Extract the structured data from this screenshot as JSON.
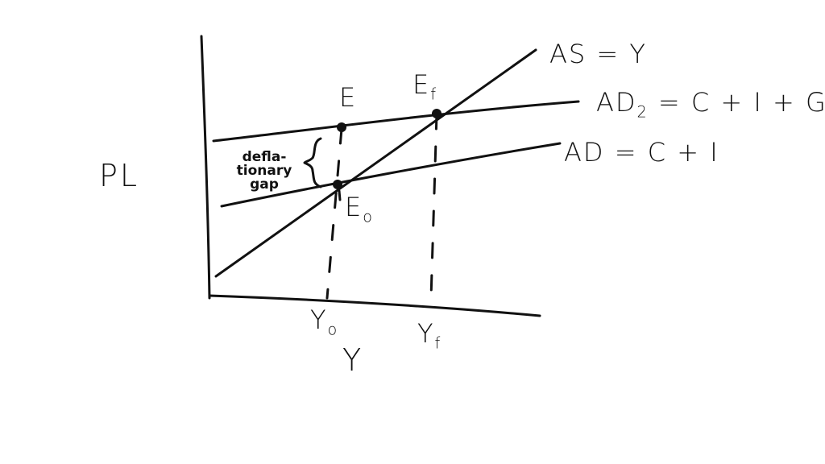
{
  "diagram": {
    "type": "macroeconomics AS-AD (Keynesian cross style)",
    "y_axis_label": "PL",
    "x_axis_label": "Y",
    "curves": {
      "as": {
        "label": "AS = Y"
      },
      "ad2": {
        "label": "AD",
        "sub": "2",
        "rhs": " = C + I + G"
      },
      "ad": {
        "label": "AD = C + I"
      }
    },
    "points": {
      "e": {
        "label": "E"
      },
      "ef": {
        "label": "E",
        "sub": "f"
      },
      "e0": {
        "label": "E",
        "sub": "o"
      }
    },
    "x_ticks": {
      "y0": {
        "label": "Y",
        "sub": "o"
      },
      "yf": {
        "label": "Y",
        "sub": "f"
      }
    },
    "annotation": {
      "line1": "defla-",
      "line2": "tionary",
      "line3": "gap"
    },
    "colors": {
      "ink": "#111111",
      "background": "#ffffff"
    }
  }
}
